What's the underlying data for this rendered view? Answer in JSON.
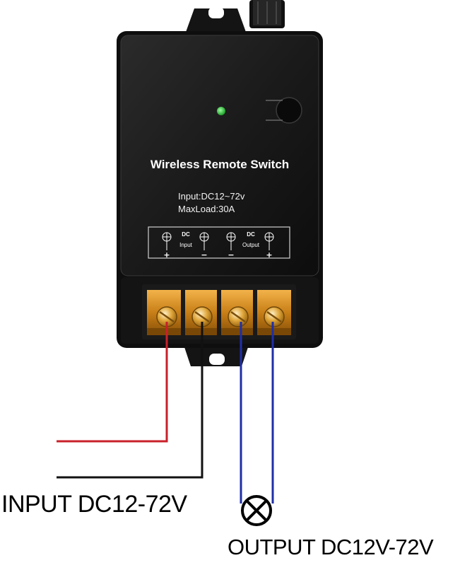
{
  "device": {
    "title": "Wireless Remote Switch",
    "spec_input": "Input:DC12~72v",
    "spec_maxload": "MaxLoad:30A",
    "terminal_panel": {
      "input_group": {
        "top": "DC",
        "bottom": "Input"
      },
      "output_group": {
        "top": "DC",
        "bottom": "Output"
      },
      "polarity": [
        "+",
        "−",
        "−",
        "+"
      ]
    },
    "colors": {
      "body": "#1b1b1b",
      "indicator_led": "#2ecc40",
      "terminal_block": "#d18a1c"
    }
  },
  "wiring": {
    "positive_wire_color": "#c8202a",
    "negative_wire_color": "#111111",
    "output_wire_color": "#1f2fa8",
    "load": "lamp-icon"
  },
  "captions": {
    "input": "INPUT DC12-72V",
    "output": "OUTPUT DC12V-72V"
  }
}
